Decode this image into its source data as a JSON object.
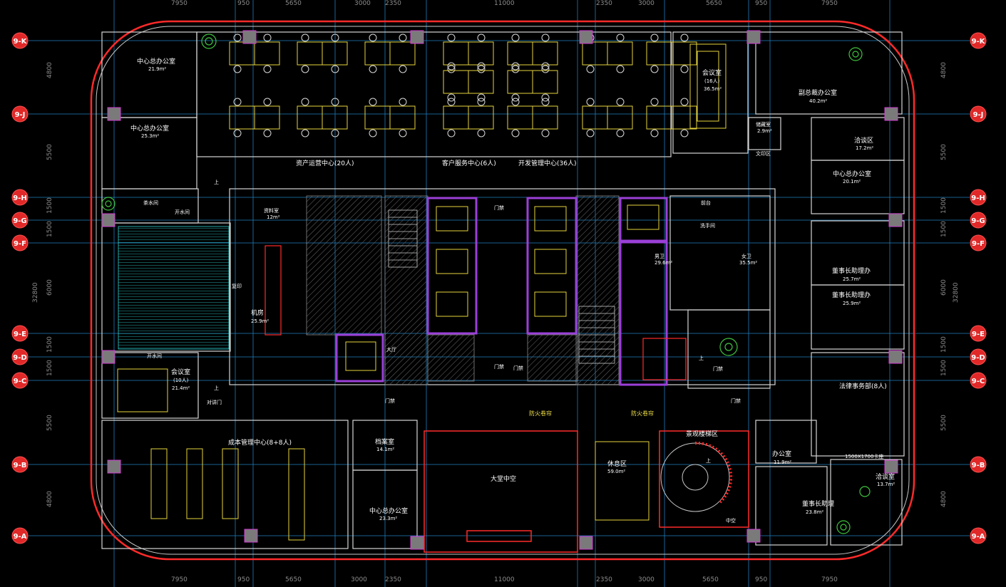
{
  "dimensions": {
    "top": [
      "7950",
      "950",
      "5650",
      "3000",
      "2350",
      "11000",
      "2350",
      "3000",
      "5650",
      "950",
      "7950"
    ],
    "bottom": [
      "7950",
      "950",
      "5650",
      "3000",
      "2350",
      "11000",
      "2350",
      "3000",
      "5650",
      "950",
      "7950"
    ],
    "left": [
      "4800",
      "5500",
      "1500",
      "1500",
      "6000",
      "1500",
      "1500",
      "5500",
      "4800"
    ],
    "right": [
      "4800",
      "5500",
      "1500",
      "1500",
      "6000",
      "1500",
      "1500",
      "5500",
      "4800"
    ],
    "left_total": "32800",
    "right_total": "32800"
  },
  "axes": {
    "rows": [
      "9-K",
      "9-J",
      "9-H",
      "9-G",
      "9-F",
      "9-E",
      "9-D",
      "9-C",
      "9-B",
      "9-A"
    ]
  },
  "rooms": {
    "office_center_1": {
      "name": "中心总办公室",
      "area": "21.9m²"
    },
    "office_center_2": {
      "name": "中心总办公室",
      "area": "25.3m²"
    },
    "asset_center": "资产运营中心(20人)",
    "client_center": "客户服务中心(6人)",
    "dev_center": "开发管理中心(36人)",
    "meeting_16": {
      "name": "会议室",
      "people": "(16人)",
      "area": "36.5m²"
    },
    "vp_office": {
      "name": "副总裁办公室",
      "area": "40.2m²"
    },
    "storage": {
      "name": "储藏室",
      "area": "2.9m²"
    },
    "print_room": "文印区",
    "discussion": {
      "name": "洽谈区",
      "area": "17.2m²"
    },
    "office_center_3": {
      "name": "中心总办公室",
      "area": "20.1m²"
    },
    "assistant_1": {
      "name": "董事长助理办",
      "area": "25.7m²"
    },
    "assistant_2": {
      "name": "董事长助理办",
      "area": "25.9m²"
    },
    "legal": "法律事务部(8人)",
    "legal_note": "1500X1700卡座",
    "office_small": {
      "name": "办公室",
      "area": "11.9m²"
    },
    "discussion_room": {
      "name": "洽谈室",
      "area": "13.7m²"
    },
    "chairman_assistant": {
      "name": "董事长助理",
      "area": "23.8m²"
    },
    "view_stairs": "景观楼梯区",
    "rest_area": {
      "name": "休息区",
      "area": "59.0m²"
    },
    "atrium": "大堂中空",
    "atrium_small": "中空",
    "cost_center": "成本管理中心(8+8人)",
    "archive": {
      "name": "档案室",
      "area": "14.1m²"
    },
    "office_center_4": {
      "name": "中心总办公室",
      "area": "23.3m²"
    },
    "meeting_10": {
      "name": "会议室",
      "people": "(10人)",
      "area": "21.4m²"
    },
    "machine_room": {
      "name": "机房",
      "area": "25.9m²"
    },
    "data_room": {
      "name": "资料室",
      "area": "12m²"
    },
    "tea_room": "茶水间",
    "pantry": "开水间",
    "tea_room_2": "开水间",
    "male_wc": {
      "name": "男卫",
      "area": "29.6m²"
    },
    "female_wc": {
      "name": "女卫",
      "area": "35.5m²"
    },
    "wash": "洗手间",
    "fire_door_1": "防火卷帘",
    "fire_door_2": "防火卷帘",
    "door_1": "门禁",
    "door_2": "门禁",
    "door_3": "门禁",
    "door_4": "门禁",
    "door_5": "门禁",
    "door_6": "门禁",
    "door_7": "对讲门",
    "up_1": "上",
    "up_2": "上",
    "up_3": "上",
    "up_4": "上",
    "front_desk": "前台",
    "copy": "复印",
    "lobby": "大厅"
  },
  "colors": {
    "wall": "#d4d4d4",
    "furniture": "#e6d33c",
    "curtain": "#ff2a2a",
    "grid": "#1f7fbf",
    "column": "#7a7a7a",
    "core": "#9b40d8"
  },
  "icons": [
    "column-icon",
    "tree-icon",
    "axis-bubble-icon",
    "stair-icon",
    "elevator-icon",
    "desk-cluster-icon"
  ]
}
